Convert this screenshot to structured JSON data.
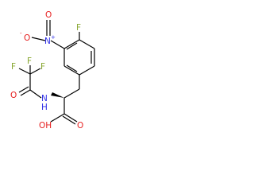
{
  "molecule": {
    "atoms": {
      "F_ring": "F",
      "N_nitro": "N",
      "N_charge": "+",
      "O_nitro_left": "O",
      "O_nitro_top": "O",
      "O_nitro_charge": "-",
      "F1": "F",
      "F2": "F",
      "F3": "F",
      "O_amide": "O",
      "N_amide": "N",
      "H_amide": "H",
      "O_acid_carbonyl": "O",
      "OH_acid": "OH"
    },
    "colors": {
      "bond": "#000000",
      "fluorine": "#86a62e",
      "nitrogen": "#2e2ee6",
      "oxygen": "#e61e1e",
      "carbon": "#000000"
    }
  }
}
